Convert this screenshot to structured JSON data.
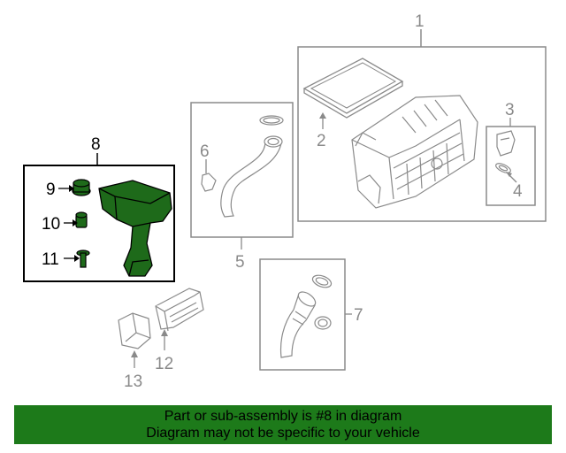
{
  "callouts": {
    "c1": "1",
    "c2": "2",
    "c3": "3",
    "c4": "4",
    "c5": "5",
    "c6": "6",
    "c7": "7",
    "c8": "8",
    "c9": "9",
    "c10": "10",
    "c11": "11",
    "c12": "12",
    "c13": "13"
  },
  "banner": {
    "line1": "Part or sub-assembly is #8 in diagram",
    "line2": "Diagram may not be specific to your vehicle"
  },
  "colors": {
    "highlight_part": "#1e6a1a",
    "banner_bg": "#1d7a1a",
    "line_art": "#8a8a8a",
    "highlight_box": "#000000"
  }
}
